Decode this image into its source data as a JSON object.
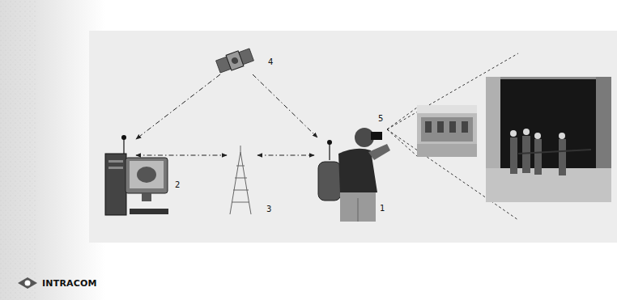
{
  "diagram": {
    "labels": [
      "4",
      "2",
      "3",
      "1",
      "5",
      "INTRACOM"
    ]
  }
}
